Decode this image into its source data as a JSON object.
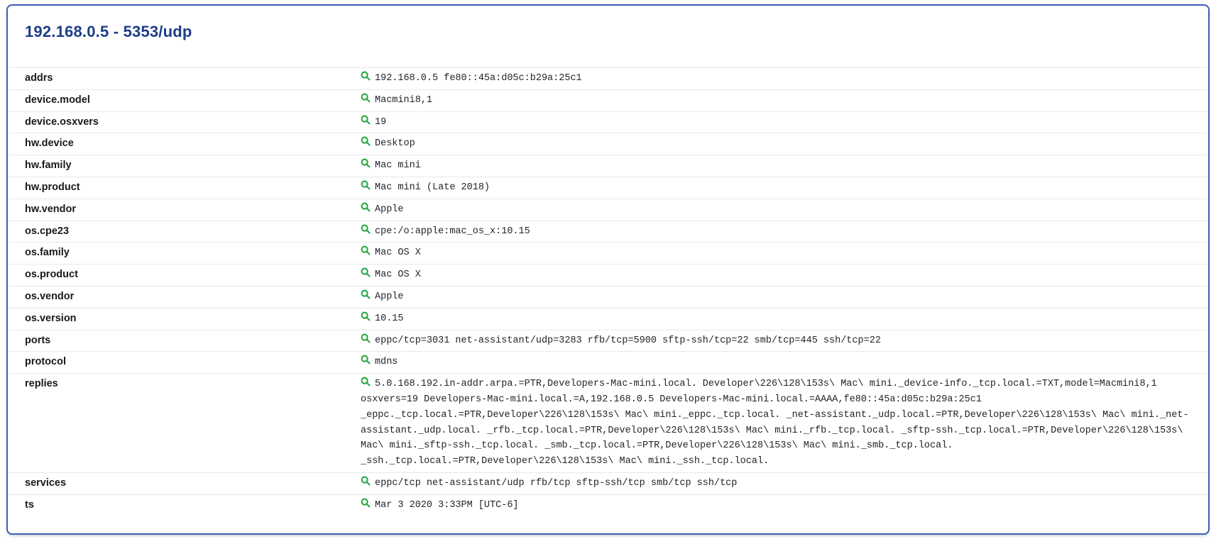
{
  "colors": {
    "title_text": "#1e3c87",
    "card_border": "#3f5fae",
    "row_divider": "#e7e9ec",
    "search_icon_green": "#28a745",
    "value_text": "#212529",
    "key_text": "#1a1a1a"
  },
  "icons": {
    "search": "search-icon"
  },
  "card": {
    "title": "192.168.0.5 - 5353/udp",
    "rows": [
      {
        "key": "addrs",
        "value": "192.168.0.5 fe80::45a:d05c:b29a:25c1"
      },
      {
        "key": "device.model",
        "value": "Macmini8,1"
      },
      {
        "key": "device.osxvers",
        "value": "19"
      },
      {
        "key": "hw.device",
        "value": "Desktop"
      },
      {
        "key": "hw.family",
        "value": "Mac mini"
      },
      {
        "key": "hw.product",
        "value": "Mac mini (Late 2018)"
      },
      {
        "key": "hw.vendor",
        "value": "Apple"
      },
      {
        "key": "os.cpe23",
        "value": "cpe:/o:apple:mac_os_x:10.15"
      },
      {
        "key": "os.family",
        "value": "Mac OS X"
      },
      {
        "key": "os.product",
        "value": "Mac OS X"
      },
      {
        "key": "os.vendor",
        "value": "Apple"
      },
      {
        "key": "os.version",
        "value": "10.15"
      },
      {
        "key": "ports",
        "value": "eppc/tcp=3031 net-assistant/udp=3283 rfb/tcp=5900 sftp-ssh/tcp=22 smb/tcp=445 ssh/tcp=22"
      },
      {
        "key": "protocol",
        "value": "mdns"
      },
      {
        "key": "replies",
        "value": "5.0.168.192.in-addr.arpa.=PTR,Developers-Mac-mini.local. Developer\\226\\128\\153s\\ Mac\\ mini._device-info._tcp.local.=TXT,model=Macmini8,1 osxvers=19 Developers-Mac-mini.local.=A,192.168.0.5 Developers-Mac-mini.local.=AAAA,fe80::45a:d05c:b29a:25c1 _eppc._tcp.local.=PTR,Developer\\226\\128\\153s\\ Mac\\ mini._eppc._tcp.local. _net-assistant._udp.local.=PTR,Developer\\226\\128\\153s\\ Mac\\ mini._net-assistant._udp.local. _rfb._tcp.local.=PTR,Developer\\226\\128\\153s\\ Mac\\ mini._rfb._tcp.local. _sftp-ssh._tcp.local.=PTR,Developer\\226\\128\\153s\\ Mac\\ mini._sftp-ssh._tcp.local. _smb._tcp.local.=PTR,Developer\\226\\128\\153s\\ Mac\\ mini._smb._tcp.local. _ssh._tcp.local.=PTR,Developer\\226\\128\\153s\\ Mac\\ mini._ssh._tcp.local."
      },
      {
        "key": "services",
        "value": "eppc/tcp net-assistant/udp rfb/tcp sftp-ssh/tcp smb/tcp ssh/tcp"
      },
      {
        "key": "ts",
        "value": "Mar 3 2020 3:33PM [UTC-6]"
      }
    ]
  }
}
